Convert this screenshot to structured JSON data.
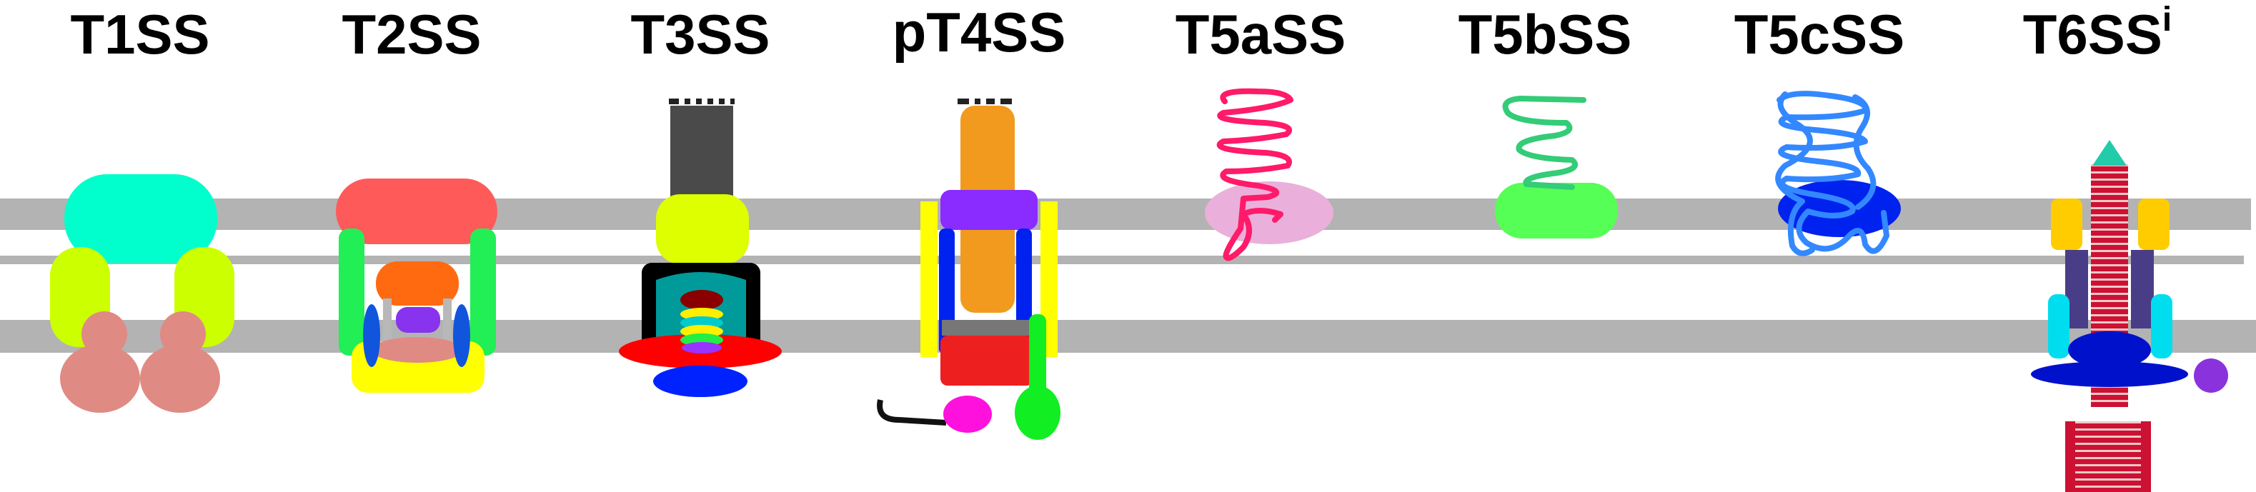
{
  "labels": {
    "t1ss": "T1SS",
    "t2ss": "T2SS",
    "t3ss": "T3SS",
    "pt4ss": "pT4SS",
    "t5ass": "T5aSS",
    "t5bss": "T5bSS",
    "t5css": "T5cSS",
    "t6ss": "T6SS",
    "t6ss_superscript": "i"
  },
  "colors": {
    "membrane": "#b3b3b3",
    "t1_outer": "#00ffcc",
    "t1_peri": "#ccff00",
    "t1_inner": "#e08a84",
    "t5a_barrel": "#eab0db",
    "t5a_passenger": "#ff1a6a",
    "t5b_barrel": "#55ff55",
    "t5b_passenger": "#33cc77",
    "t5c_barrel": "#0022ee",
    "t5c_passenger": "#3388ff",
    "t6_tube": "#cc1133",
    "t6_tip": "#22ccaa"
  }
}
